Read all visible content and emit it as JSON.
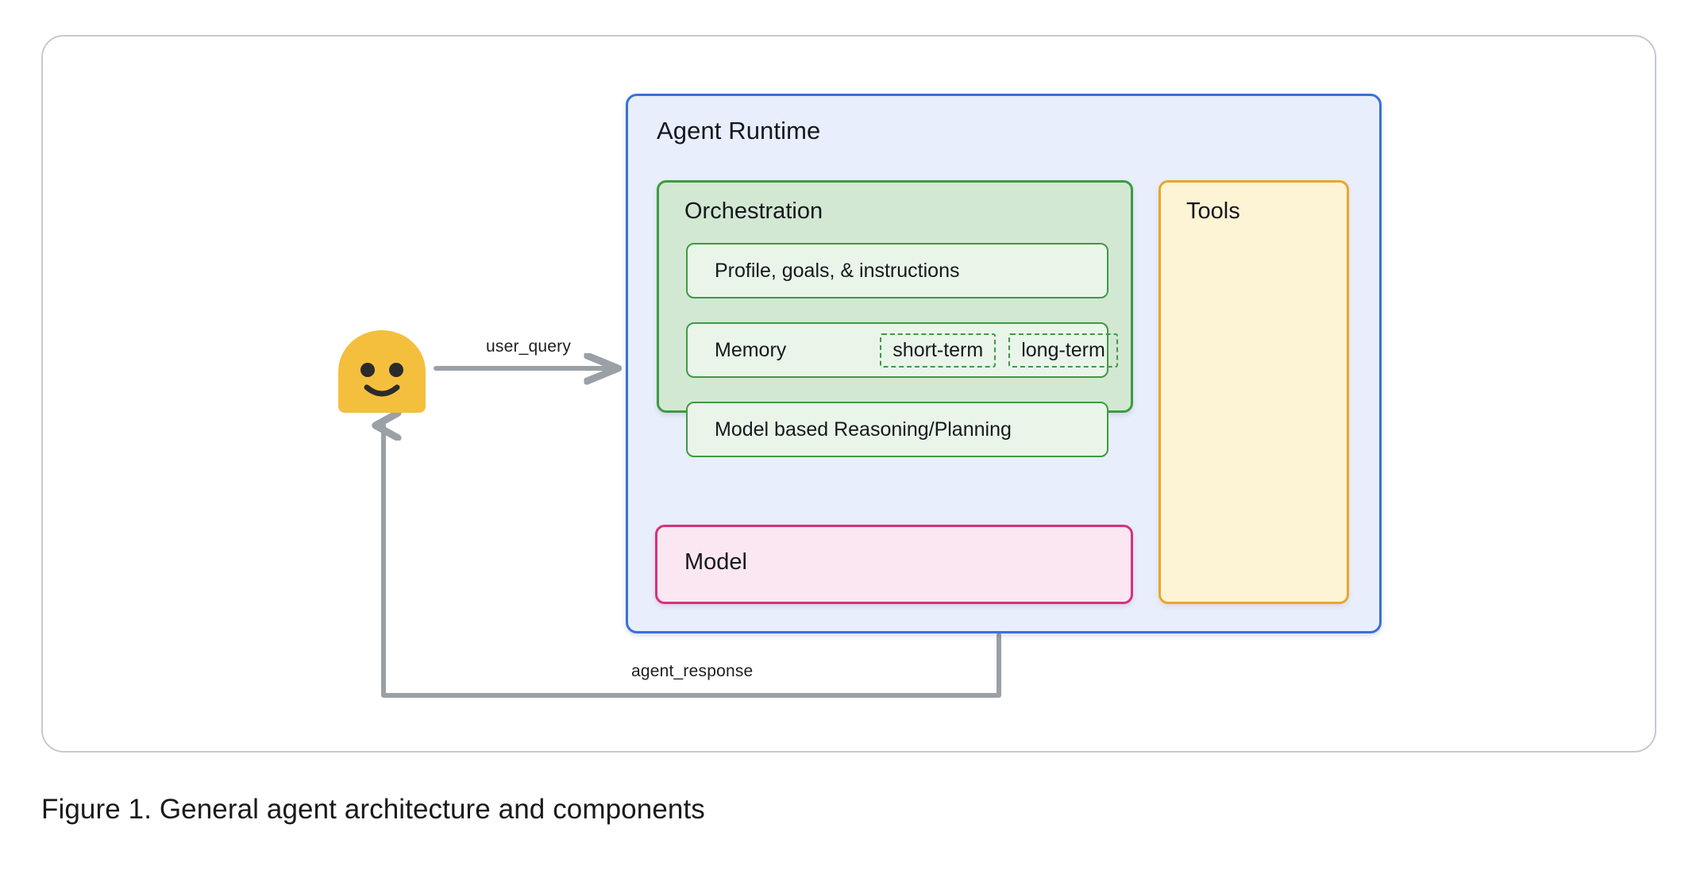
{
  "figure": {
    "caption": "Figure 1. General agent architecture and components"
  },
  "agent_runtime": {
    "title": "Agent Runtime",
    "border_color": "#3b6fe0",
    "fill_color": "#e8eefc",
    "orchestration": {
      "title": "Orchestration",
      "border_color": "#3e9a43",
      "fill_color": "#d3e8d3",
      "rows": [
        {
          "label": "Profile, goals, & instructions",
          "tags": []
        },
        {
          "label": "Memory",
          "tags": [
            "short-term",
            "long-term"
          ]
        },
        {
          "label": "Model based Reasoning/Planning",
          "tags": []
        }
      ]
    },
    "model": {
      "title": "Model",
      "border_color": "#d6317f",
      "fill_color": "#fbe7f1"
    },
    "tools": {
      "title": "Tools",
      "border_color": "#e8a72b",
      "fill_color": "#fdf3d5"
    }
  },
  "user": {
    "avatar_name": "user-avatar-icon",
    "avatar_color": "#f5bf3e",
    "face_color": "#2b2b2b"
  },
  "edges": [
    {
      "name": "user-query-arrow",
      "label": "user_query",
      "direction": "user-to-runtime",
      "color": "#9aa0a6"
    },
    {
      "name": "agent-response-arrow",
      "label": "agent_response",
      "direction": "runtime-to-user",
      "color": "#9aa0a6"
    }
  ]
}
